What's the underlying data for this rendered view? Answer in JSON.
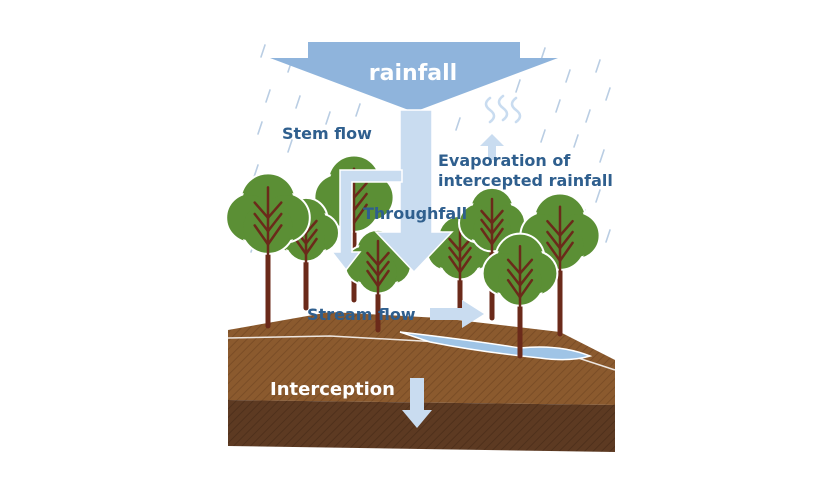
{
  "labels": {
    "rainfall": "rainfall",
    "stem_flow": "Stem flow",
    "evaporation_line1": "Evaporation of",
    "evaporation_line2": "intercepted rainfall",
    "throughfall": "Throughfall",
    "stream_flow": "Stream flow",
    "interception": "Interception"
  },
  "colors": {
    "arrow_fill": "#8fb4dc",
    "arrow_light": "#c9dcf0",
    "label_dark": "#2f5f8e",
    "label_light": "#ffffff",
    "foliage": "#5b8f35",
    "foliage_outline": "#ffffff",
    "trunk": "#6b2a1a",
    "soil_top": "#8b5a2e",
    "soil_bottom": "#5d3a22",
    "rain": "#b9cde3",
    "stream": "#9fc4e6"
  },
  "icons": {
    "evaporation": "steam-icon"
  }
}
